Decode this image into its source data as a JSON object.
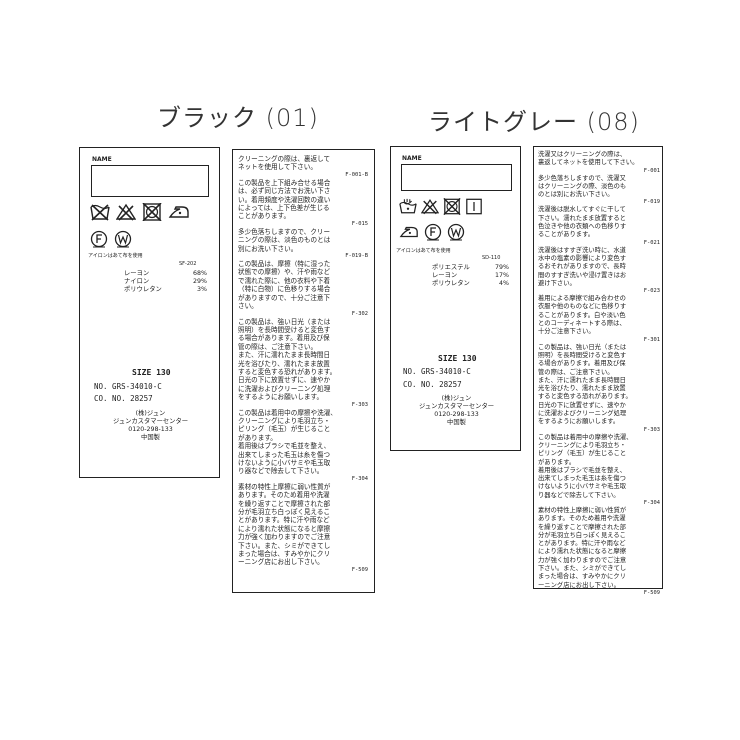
{
  "headings": {
    "left": "ブラック (01)",
    "right": "ライトグレー (08)"
  },
  "label_common": {
    "name_label": "NAME",
    "iron_note": "アイロンはあて布を使用",
    "size": "SIZE 130",
    "product_no": "NO. GRS-34010-C",
    "color_no": "CO. NO.  28257",
    "company": "(株)ジュン",
    "center": "ジュンカスタマーセンター",
    "phone": "0120-298-133",
    "origin": "中国製"
  },
  "label_black": {
    "code": "SF-202",
    "composition": [
      {
        "fiber": "レーヨン",
        "pct": "68%"
      },
      {
        "fiber": "ナイロン",
        "pct": "29%"
      },
      {
        "fiber": "ポリウレタン",
        "pct": "3%"
      }
    ]
  },
  "label_gray": {
    "code": "SD-110",
    "composition": [
      {
        "fiber": "ポリエステル",
        "pct": "79%"
      },
      {
        "fiber": "レーヨン",
        "pct": "17%"
      },
      {
        "fiber": "ポリウレタン",
        "pct": "4%"
      }
    ]
  },
  "care_black": [
    {
      "text": "クリーニングの際は、裏返して\nネットを使用して下さい。",
      "code": "F-001-B"
    },
    {
      "text": "この製品を上下組み合せる場合\nは、必ず同じ方法でお洗い下さ\nい。着用頻度や洗濯回数の違い\nによっては、上下色差が生じる\nことがあります。",
      "code": "F-015"
    },
    {
      "text": "多少色落ちしますので、クリー\nニングの際は、淡色のものとは\n別にお洗い下さい。",
      "code": "F-019-B"
    },
    {
      "text": "この製品は、摩擦（特に湿った\n状態での摩擦）や、汗や雨など\nで濡れた際に、他の衣料や下着\n（特に白物）に色移りする場合\nがありますので、十分ご注意下\nさい。",
      "code": "F-302"
    },
    {
      "text": "この製品は、強い日光（または\n照明）を長時間受けると変色す\nる場合があります。着用及び保\n管の際は、ご注意下さい。\nまた、汗に濡れたまま長時間日\n光を浴びたり、濡れたまま放置\nすると変色する恐れがあります。\n日光の下に放置せずに、速やか\nに洗濯およびクリーニング処理\nをするようにお願いします。",
      "code": "F-303"
    },
    {
      "text": "この製品は着用中の摩擦や洗濯、\nクリーニングにより毛羽立ち・\nピリング（毛玉）が生じること\nがあります。\n着用後はブラシで毛並を整え、\n出来てしまった毛玉は糸を傷つ\nけないように小バサミや毛玉取\nり器などで除去して下さい。",
      "code": "F-304"
    },
    {
      "text": "素材の特性上摩擦に弱い性質が\nあります。そのため着用や洗濯\nを繰り返すことで摩擦された部\n分が毛羽立ち白っぽく見えるこ\nとがあります。特に汗や雨など\nにより濡れた状態になると摩擦\n力が強く加わりますのでご注意\n下さい。また、シミができてし\nまった場合は、すみやかにクリ\nーニング店にお出し下さい。",
      "code": "F-509"
    }
  ],
  "care_gray": [
    {
      "text": "洗濯又はクリーニングの際は、\n裏返してネットを使用して下さい。",
      "code": "F-001"
    },
    {
      "text": "多少色落ちしますので、洗濯又\nはクリーニングの際、淡色のも\nのとは別にお洗い下さい。",
      "code": "F-019"
    },
    {
      "text": "洗濯後は脱水してすぐに干して\n下さい。濡れたまま放置すると\n色泣きや他の衣類への色移りす\nることがあります。",
      "code": "F-021"
    },
    {
      "text": "洗濯後はすすぎ洗い時に、水道\n水中の塩素の影響により変色す\nるおそれがありますので、長時\n間のすすぎ洗いや浸け置きはお\n避け下さい。",
      "code": "F-023"
    },
    {
      "text": "着用による摩擦で組み合わせの\n衣服や他のものなどに色移りす\nることがあります。白や淡い色\nとのコーディネートする際は、\n十分ご注意下さい。",
      "code": "F-301"
    },
    {
      "text": "この製品は、強い日光（または\n照明）を長時間受けると変色す\nる場合があります。着用及び保\n管の際は、ご注意下さい。\nまた、汗に濡れたまま長時間日\n光を浴びたり、濡れたまま放置\nすると変色する恐れがあります。\n日光の下に放置せずに、速やか\nに洗濯およびクリーニング処理\nをするようにお願いします。",
      "code": "F-303"
    },
    {
      "text": "この製品は着用中の摩擦や洗濯、\nクリーニングにより毛羽立ち・\nピリング（毛玉）が生じること\nがあります。\n着用後はブラシで毛並を整え、\n出来てしまった毛玉は糸を傷つ\nけないように小バサミや毛玉取\nり器などで除去して下さい。",
      "code": "F-304"
    },
    {
      "text": "素材の特性上摩擦に弱い性質が\nあります。そのため着用や洗濯\nを繰り返すことで摩擦された部\n分が毛羽立ち白っぽく見えるこ\nとがあります。特に汗や雨など\nにより濡れた状態になると摩擦\n力が強く加わりますのでご注意\n下さい。また、シミができてし\nまった場合は、すみやかにクリ\nーニング店にお出し下さい。",
      "code": "F-509"
    }
  ],
  "icon_names": {
    "black": [
      "no-wash-icon",
      "no-bleach-icon",
      "no-tumble-dry-icon",
      "iron-low-icon",
      "dry-clean-f-icon",
      "wet-clean-w-icon"
    ],
    "gray": [
      "hand-wash-icon",
      "no-bleach-icon",
      "no-tumble-dry-icon",
      "line-dry-icon",
      "iron-low-icon",
      "dry-clean-f-icon",
      "wet-clean-w-icon"
    ]
  }
}
